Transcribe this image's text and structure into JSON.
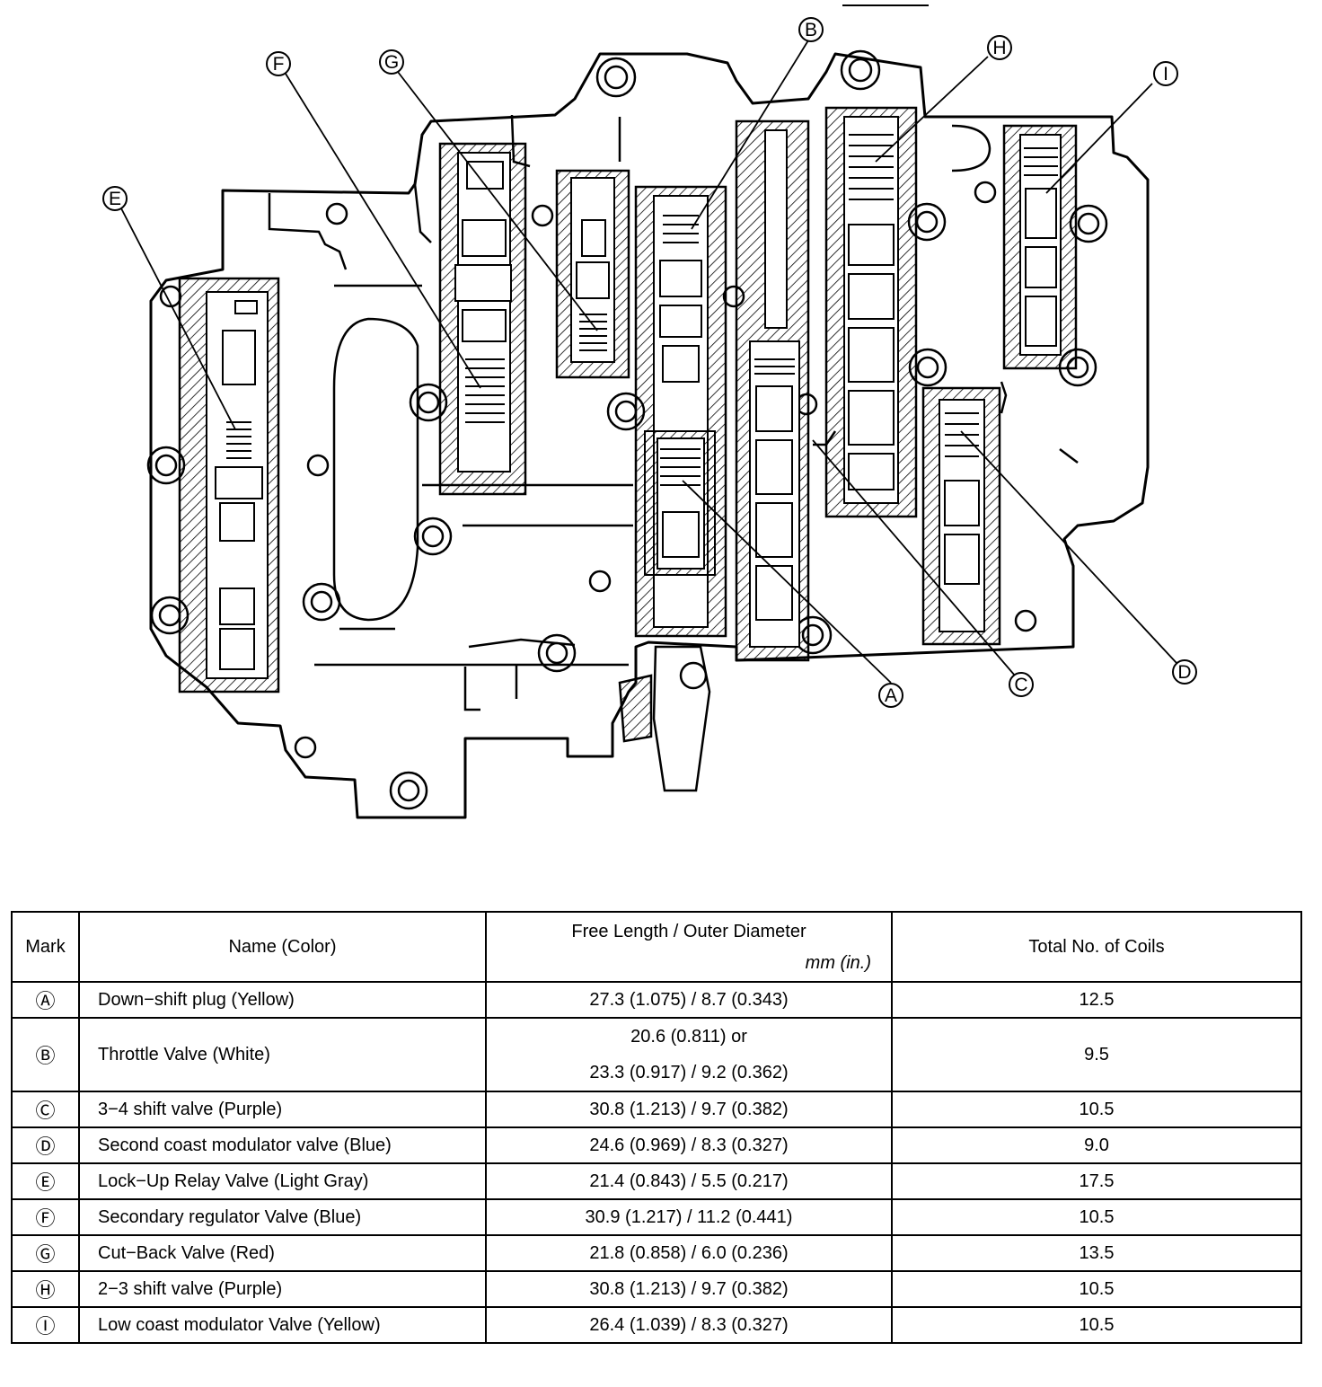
{
  "callouts": [
    {
      "id": "callout-A",
      "letter": "A"
    },
    {
      "id": "callout-B",
      "letter": "B"
    },
    {
      "id": "callout-C",
      "letter": "C"
    },
    {
      "id": "callout-D",
      "letter": "D"
    },
    {
      "id": "callout-E",
      "letter": "E"
    },
    {
      "id": "callout-F",
      "letter": "F"
    },
    {
      "id": "callout-G",
      "letter": "G"
    },
    {
      "id": "callout-H",
      "letter": "H"
    },
    {
      "id": "callout-I",
      "letter": "I"
    }
  ],
  "table": {
    "headers": {
      "mark": "Mark",
      "name": "Name (Color)",
      "free_length": "Free Length / Outer Diameter",
      "unit": "mm (in.)",
      "coils": "Total No. of Coils"
    },
    "rows": [
      {
        "mark": "Ⓐ",
        "name": "Down−shift plug (Yellow)",
        "spec": "27.3 (1.075) / 8.7 (0.343)",
        "coils": "12.5"
      },
      {
        "mark": "Ⓑ",
        "name": "Throttle Valve (White)",
        "spec_line1": "20.6 (0.811) or",
        "spec_line2": "23.3 (0.917) / 9.2 (0.362)",
        "coils": "9.5"
      },
      {
        "mark": "Ⓒ",
        "name": "3−4 shift valve (Purple)",
        "spec": "30.8 (1.213) / 9.7 (0.382)",
        "coils": "10.5"
      },
      {
        "mark": "Ⓓ",
        "name": "Second coast modulator valve (Blue)",
        "spec": "24.6 (0.969) / 8.3 (0.327)",
        "coils": "9.0"
      },
      {
        "mark": "Ⓔ",
        "name": "Lock−Up Relay Valve (Light Gray)",
        "spec": "21.4 (0.843) / 5.5 (0.217)",
        "coils": "17.5"
      },
      {
        "mark": "Ⓕ",
        "name": "Secondary regulator Valve (Blue)",
        "spec": "30.9 (1.217) / 11.2 (0.441)",
        "coils": "10.5"
      },
      {
        "mark": "Ⓖ",
        "name": "Cut−Back Valve (Red)",
        "spec": "21.8 (0.858) / 6.0 (0.236)",
        "coils": "13.5"
      },
      {
        "mark": "Ⓗ",
        "name": "2−3 shift valve (Purple)",
        "spec": "30.8 (1.213) / 9.7 (0.382)",
        "coils": "10.5"
      },
      {
        "mark": "Ⓘ",
        "name": "Low coast modulator Valve   (Yellow)",
        "spec": "26.4 (1.039) / 8.3 (0.327)",
        "coils": "10.5"
      }
    ]
  }
}
